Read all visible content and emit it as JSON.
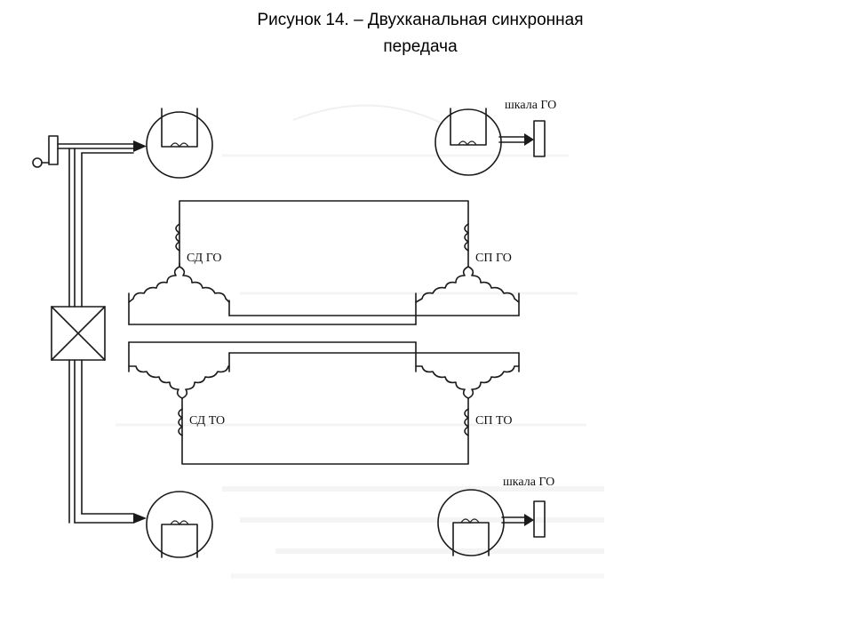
{
  "caption": {
    "line1": "Рисунок 14.   – Двухканальная синхронная",
    "line2": "передача"
  },
  "labels": {
    "sd_go": "СД ГО",
    "sp_go": "СП ГО",
    "sd_to": "СД ТО",
    "sp_to": "СП ТО",
    "scale_top": "шкала ГО",
    "scale_bottom": "шкала ГО"
  }
}
